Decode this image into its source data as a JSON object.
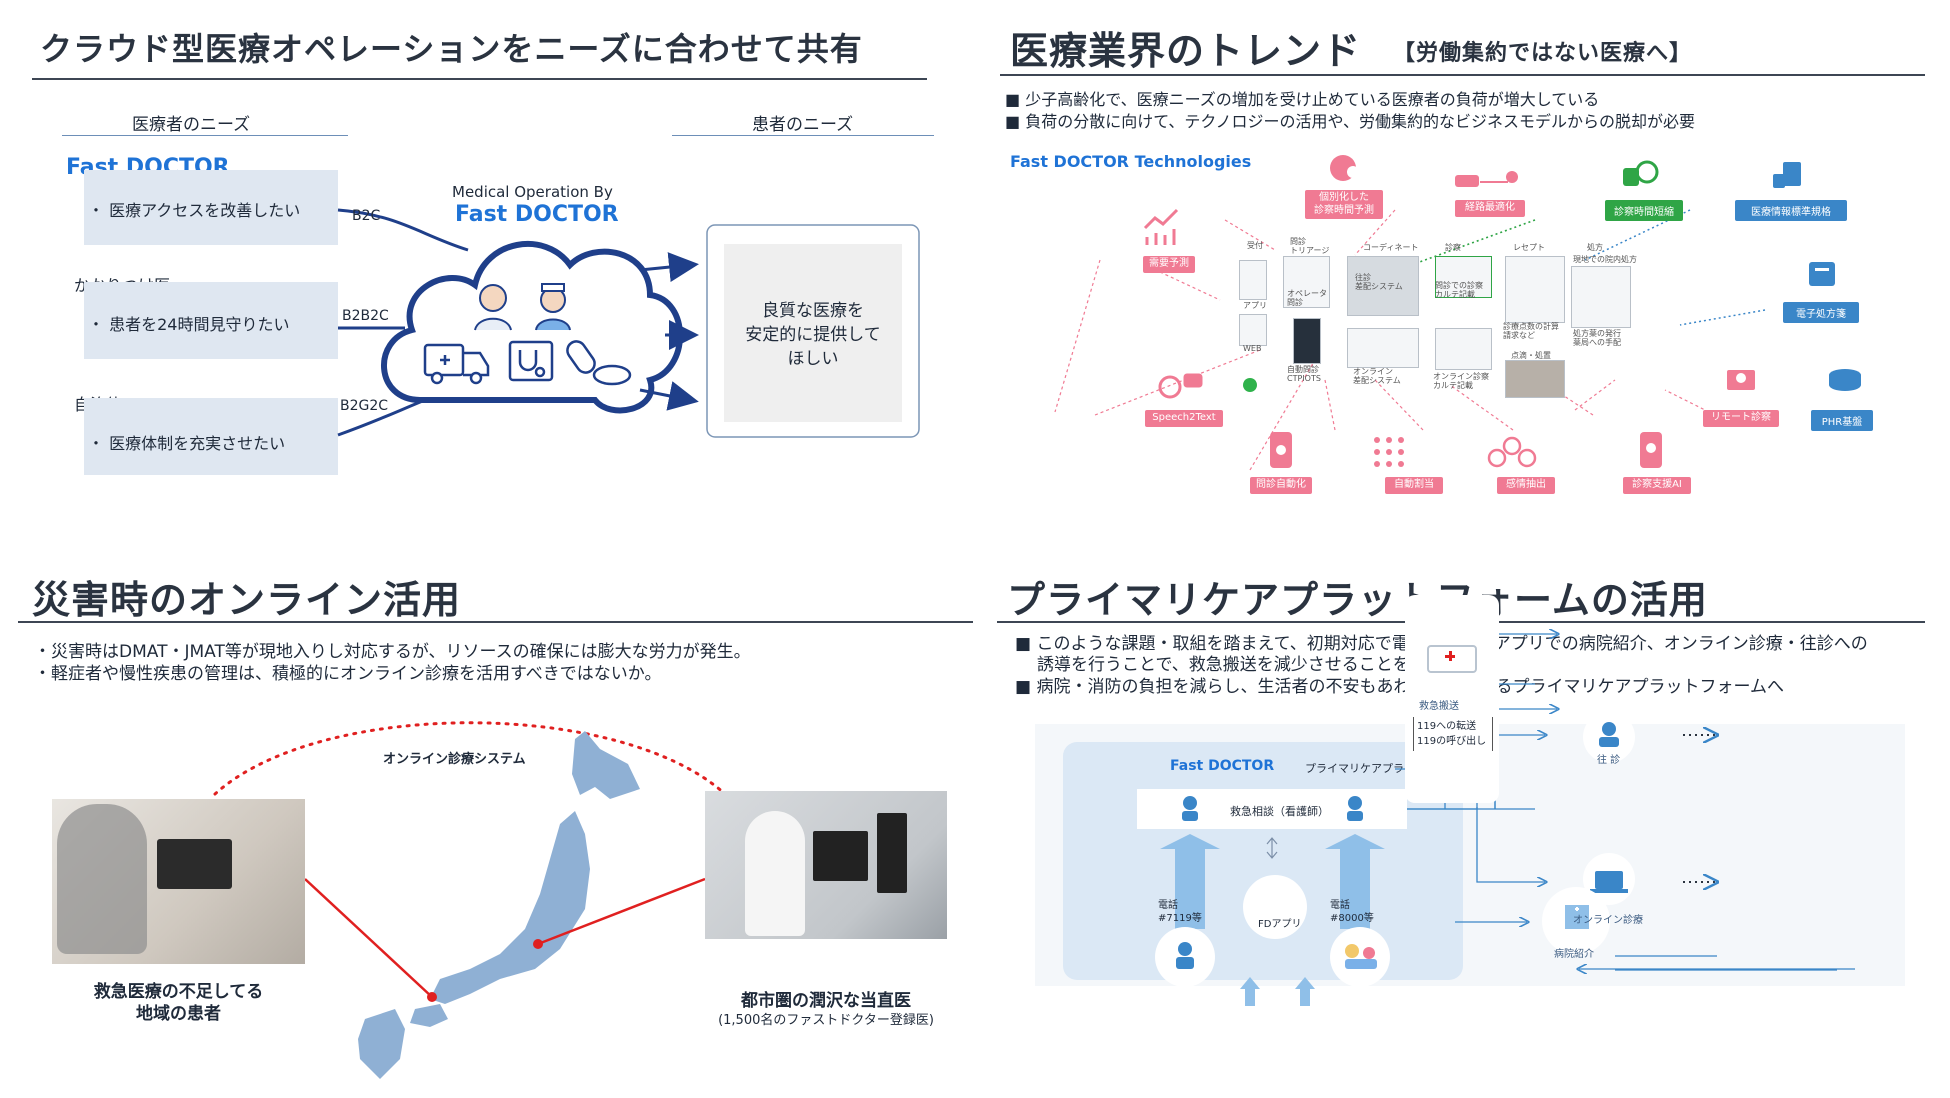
{
  "q1": {
    "title": "クラウド型医療オペレーションをニーズに合わせて共有",
    "col_providers": "医療者のニーズ",
    "col_patients": "患者のニーズ",
    "brand": "Fast DOCTOR",
    "need1": "・ 医療アクセスを改善したい",
    "group2": "かかりつけ医",
    "need2": "・ 患者を24時間見守りたい",
    "group3": "自治体",
    "need3": "・ 医療体制を充実させたい",
    "label_b2c": "B2C",
    "label_b2b2c": "B2B2C",
    "label_b2g2c": "B2G2C",
    "cloud_caption": "Medical Operation By",
    "cloud_brand": "Fast DOCTOR",
    "patient_need": "良質な医療を\n安定的に提供して\nほしい"
  },
  "q2": {
    "title": "医療業界のトレンド",
    "title_sub": "【労働集約ではない医療へ】",
    "bullet1": "■  少子高齢化で、医療ニーズの増加を受け止めている医療者の負荷が増大している",
    "bullet2": "■  負荷の分散に向けて、テクノロジーの活用や、労働集約的なビジネスモデルからの脱却が必要",
    "brand": "Fast DOCTOR Technologies",
    "chips": {
      "demand": "需要予測",
      "personal": "個別化した\n診察時間予測",
      "route": "経路最適化",
      "shorten": "診察時間短縮",
      "standard": "医療情報標準規格",
      "eprescription": "電子処方箋",
      "speech": "Speech2Text",
      "remote": "リモート診察",
      "phr": "PHR基盤",
      "interview": "問診自動化",
      "assign": "自動割当",
      "emotion": "感情抽出",
      "support": "診察支援AI"
    },
    "flow_labels": [
      "受付",
      "問診\nトリアージ",
      "コーディネート",
      "診察",
      "レセプト",
      "処方"
    ],
    "screen_labels": [
      "アプリ",
      "WEB",
      "オペレータ\n問診",
      "自動問診\nCTPIOTS",
      "往診\n差配システム",
      "オンライン\n差配システム",
      "問診での診察\nカルテ記載",
      "オンライン診察\nカルテ記載",
      "診療点数の計算\n請求など",
      "処方薬の発行\n薬局への手配",
      "点滴・処置",
      "現地での院内処方"
    ]
  },
  "q3": {
    "title": "災害時のオンライン活用",
    "bullet1": "・災害時はDMAT・JMAT等が現地入りし対応するが、リソースの確保には膨大な労力が発生。",
    "bullet2": "・軽症者や慢性疾患の管理は、積極的にオンライン診療を活用すべきではないか。",
    "system_label": "オンライン診療システム",
    "left_caption": "救急医療の不足してる\n地域の患者",
    "right_caption": "都市圏の潤沢な当直医",
    "right_sub": "(1,500名のファストドクター登録医)"
  },
  "q4": {
    "title": "プライマリケアプラットフォームの活用",
    "bullet1": "■  このような課題・取組を踏まえて、初期対応で電話相談からアプリでの病院紹介、オンライン診療・往診への",
    "bullet1b": "誘導を行うことで、救急搬送を減少させることを検討",
    "bullet2": "■  病院・消防の負担を減らし、生活者の不安もあわせて解消するプライマリケアプラットフォームへ",
    "brand": "Fast DOCTOR",
    "platform": "プライマリケアプラットフォーム",
    "consult": "救急相談（看護師）",
    "phone1": "電話\n#7119等",
    "app": "FDアプリ",
    "phone2": "電話\n#8000等",
    "house": "往 診",
    "online": "オンライン診療",
    "hospital": "病院紹介",
    "ambulance": "救急搬送",
    "ambulance_note": "119への転送\n119の呼び出し"
  },
  "colors": {
    "brand_blue": "#1f73d6",
    "pink": "#f07a93",
    "green": "#2fa546",
    "navy": "#1f3f8a",
    "red": "#e02020"
  }
}
